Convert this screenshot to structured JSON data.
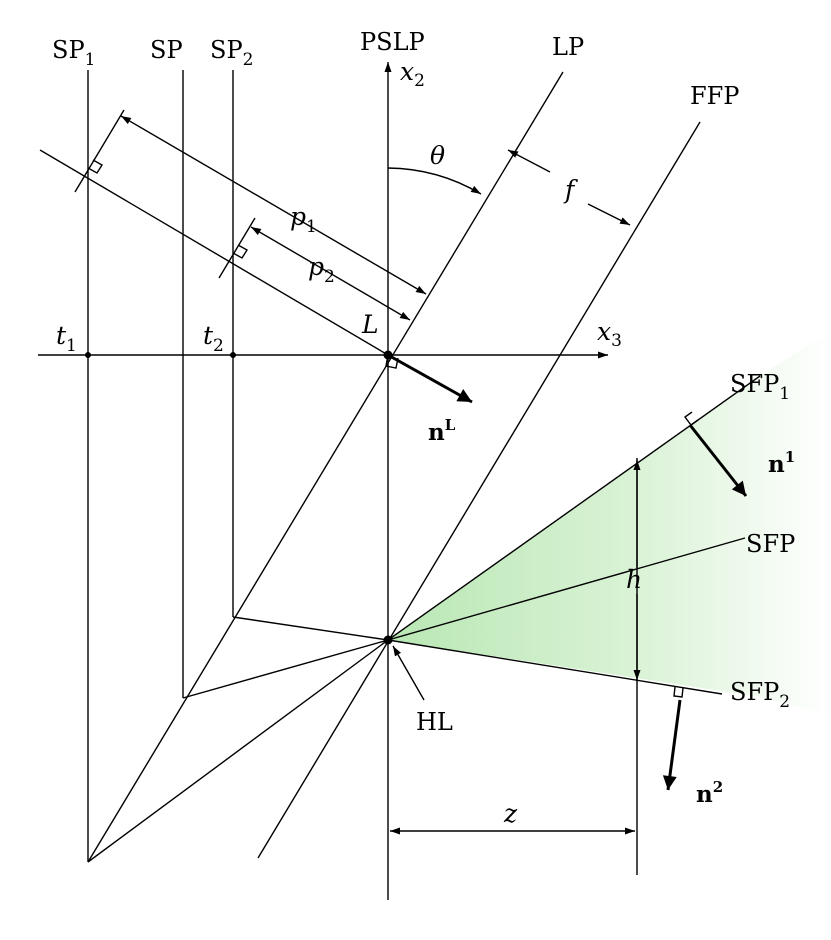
{
  "labels": {
    "sp1": {
      "main": "SP",
      "sub": "1"
    },
    "sp": "SP",
    "sp2": {
      "main": "SP",
      "sub": "2"
    },
    "pslp": "PSLP",
    "x2": {
      "main": "x",
      "sub": "2"
    },
    "lp": "LP",
    "ffp": "FFP",
    "theta": "θ",
    "f": "f",
    "p1": {
      "main": "p",
      "sub": "1"
    },
    "p2": {
      "main": "p",
      "sub": "2"
    },
    "L": "L",
    "t1": {
      "main": "t",
      "sub": "1"
    },
    "t2": {
      "main": "t",
      "sub": "2"
    },
    "x3": {
      "main": "x",
      "sub": "3"
    },
    "nL": {
      "main": "n",
      "sup": "L"
    },
    "sfp1": {
      "main": "SFP",
      "sub": "1"
    },
    "n1": {
      "main": "n",
      "sup": "1"
    },
    "sfp": "SFP",
    "h": "h",
    "sfp2": {
      "main": "SFP",
      "sub": "2"
    },
    "hl": "HL",
    "n2": {
      "main": "n",
      "sup": "2"
    },
    "z": "z"
  },
  "colors": {
    "stroke": "#000000",
    "sector_fill_start": "#b9e7b4",
    "sector_fill_end": "#ffffff"
  }
}
